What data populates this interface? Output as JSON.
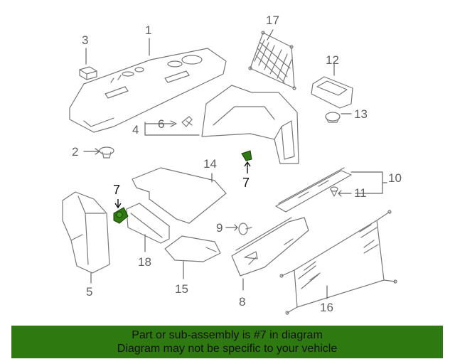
{
  "callouts": {
    "c1": "1",
    "c2": "2",
    "c3": "3",
    "c4": "4",
    "c5": "5",
    "c6": "6",
    "c7a": "7",
    "c7b": "7",
    "c8": "8",
    "c9": "9",
    "c10": "10",
    "c11": "11",
    "c12": "12",
    "c13": "13",
    "c14": "14",
    "c15": "15",
    "c16": "16",
    "c17": "17",
    "c18": "18"
  },
  "highlight": {
    "part_number": "7",
    "color": "#2f7a10"
  },
  "banner": {
    "line1": "Part or sub-assembly is #7 in diagram",
    "line2": "Diagram may not be specific to your vehicle",
    "background": "#2f7a10"
  }
}
